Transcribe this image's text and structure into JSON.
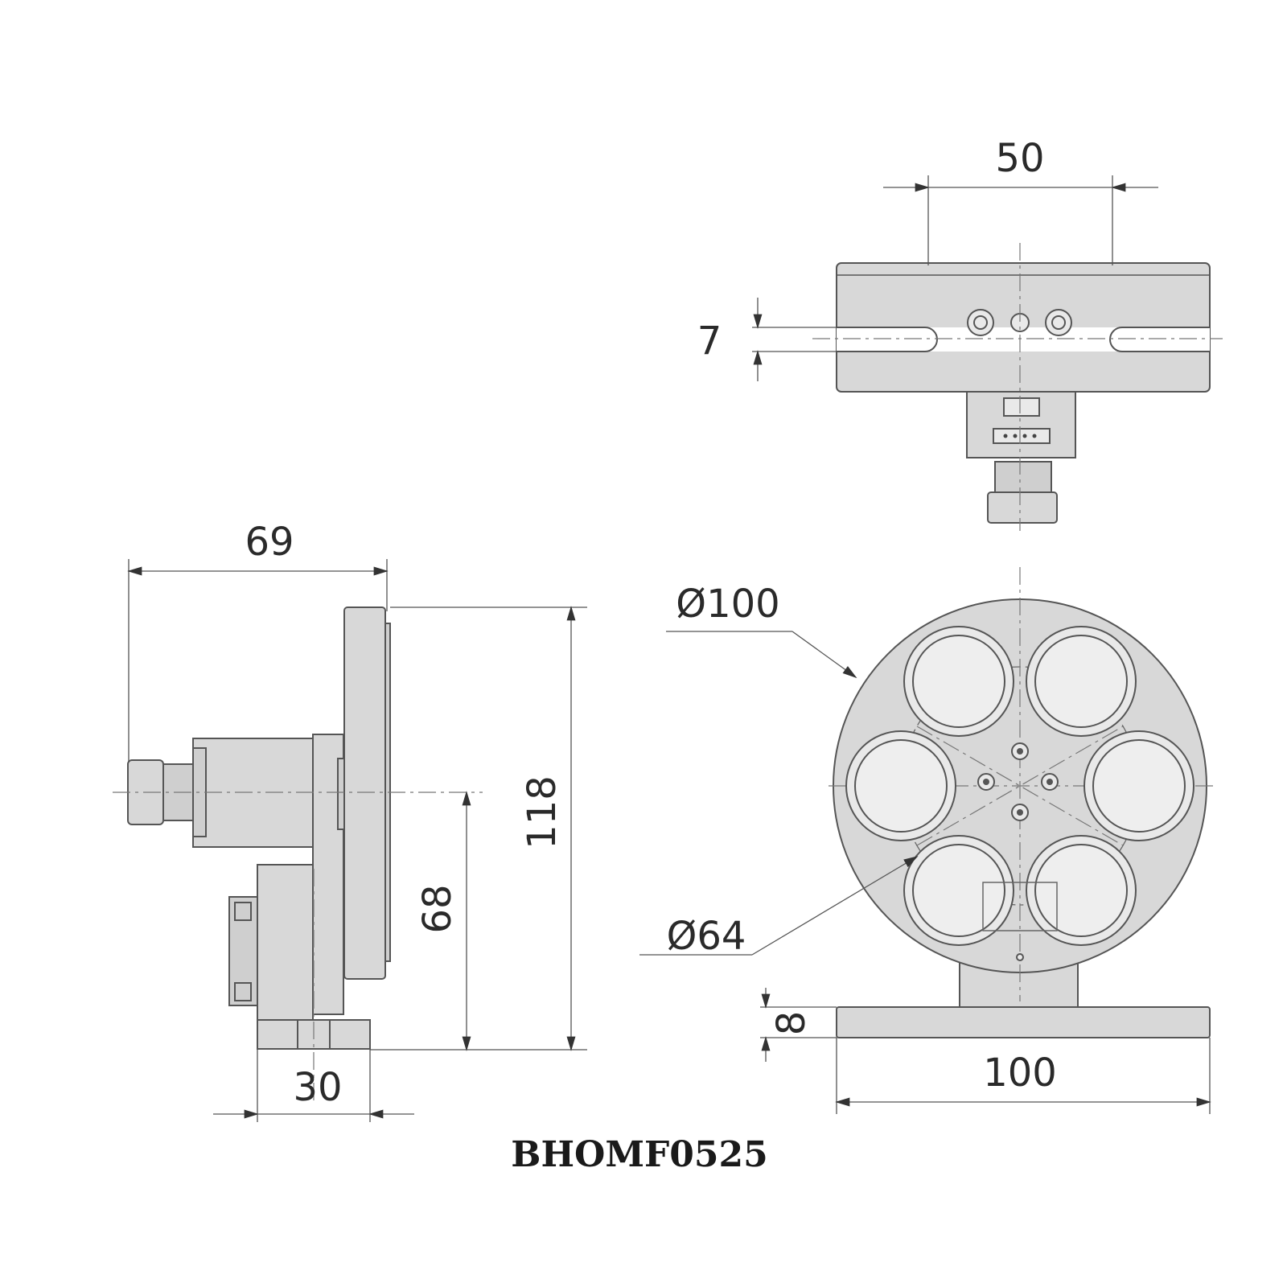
{
  "dimensions": {
    "top_width": "50",
    "top_slot": "7",
    "side_depth": "69",
    "side_height": "118",
    "side_axis_height": "68",
    "side_base": "30",
    "wheel_diameter": "Ø100",
    "pitch_diameter": "Ø64",
    "base_thickness": "8",
    "base_width": "100"
  },
  "model": "BHOMF0525"
}
